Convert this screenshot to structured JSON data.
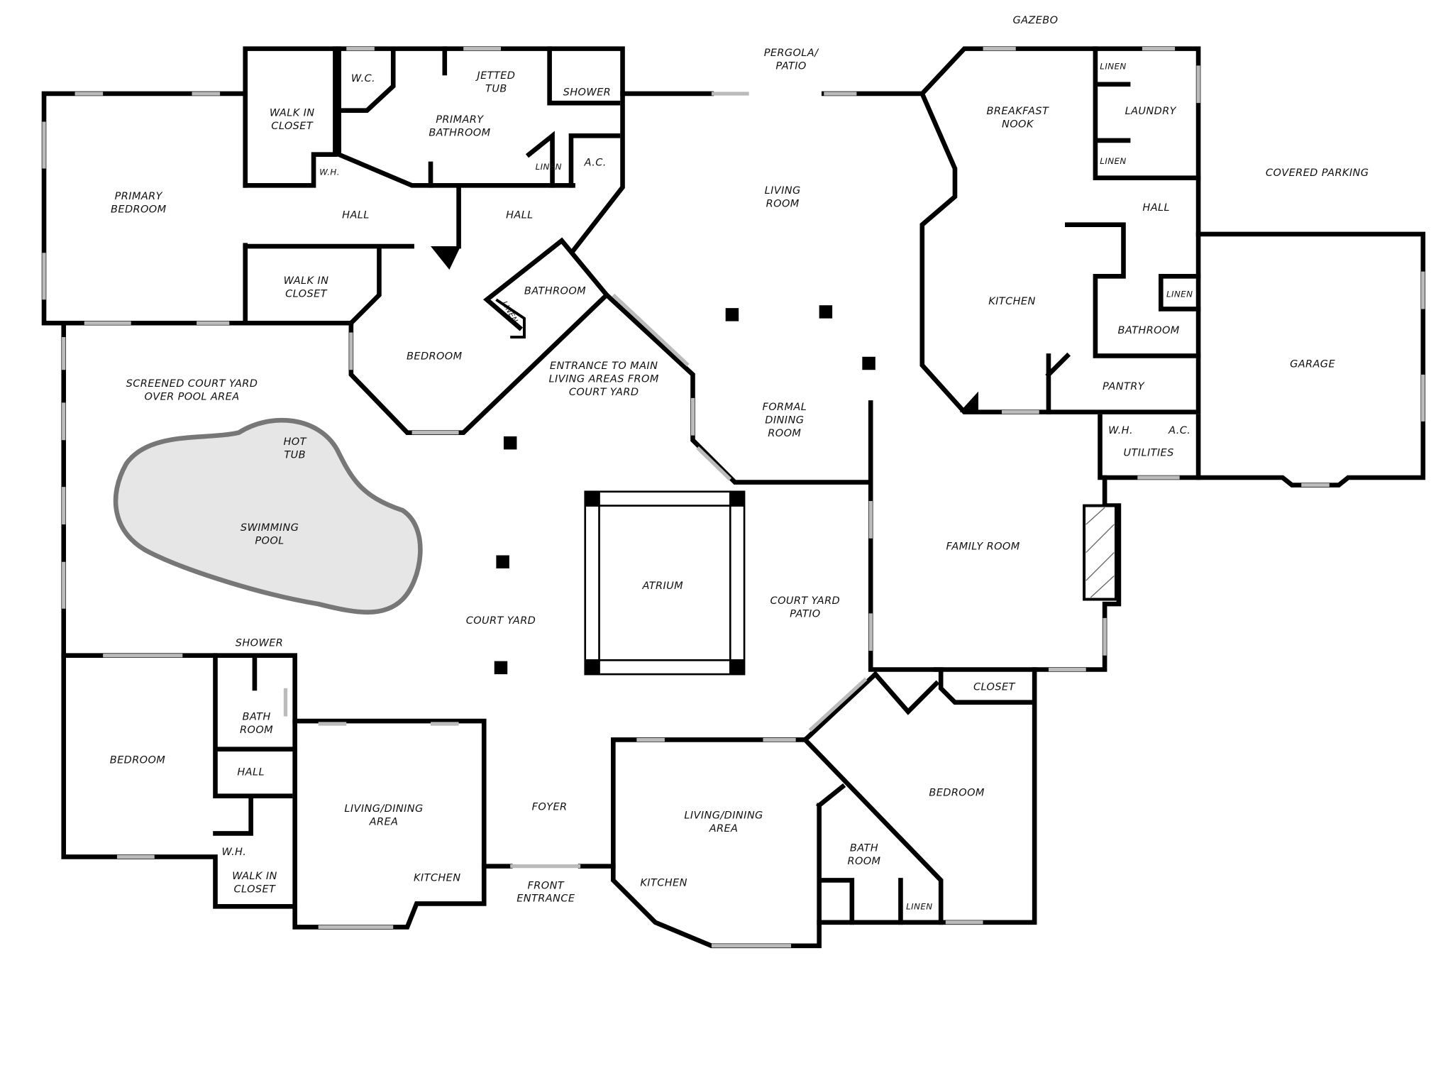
{
  "title": "Floor Plan",
  "labels": {
    "gazebo": "GAZEBO",
    "pergola": [
      "PERGOLA/",
      "PATIO"
    ],
    "wc": "W.C.",
    "jetted_tub": [
      "JETTED",
      "TUB"
    ],
    "shower_primary": "SHOWER",
    "walk_in_closet_1": [
      "WALK IN",
      "CLOSET"
    ],
    "primary_bathroom": [
      "PRIMARY",
      "BATHROOM"
    ],
    "linen_primary": "LINEN",
    "ac_primary": "A.C.",
    "wh_primary": "W.H.",
    "primary_bedroom": [
      "PRIMARY",
      "BEDROOM"
    ],
    "hall_1": "HALL",
    "hall_2": "HALL",
    "living_room": [
      "LIVING",
      "ROOM"
    ],
    "breakfast_nook": [
      "BREAKFAST",
      "NOOK"
    ],
    "linen_laundry_top": "LINEN",
    "laundry": "LAUNDRY",
    "linen_laundry_bottom": "LINEN",
    "covered_parking": "COVERED PARKING",
    "hall_3": "HALL",
    "walk_in_closet_2": [
      "WALK IN",
      "CLOSET"
    ],
    "bathroom_1": "BATHROOM",
    "linen_bathroom_1": "LINEN",
    "linen_kitchen": "LINEN",
    "kitchen_main": "KITCHEN",
    "bathroom_2": "BATHROOM",
    "bedroom_1": "BEDROOM",
    "screened_court_yard": [
      "SCREENED COURT YARD",
      "OVER POOL AREA"
    ],
    "entrance_main": [
      "ENTRANCE TO MAIN",
      "LIVING AREAS FROM",
      "COURT YARD"
    ],
    "garage": "GARAGE",
    "pantry": "PANTRY",
    "formal_dining": [
      "FORMAL",
      "DINING",
      "ROOM"
    ],
    "hot_tub": [
      "HOT",
      "TUB"
    ],
    "wh_utilities": "W.H.",
    "ac_utilities": "A.C.",
    "utilities": "UTILITIES",
    "swimming_pool": [
      "SWIMMING",
      "POOL"
    ],
    "family_room": "FAMILY ROOM",
    "atrium": "ATRIUM",
    "court_yard_patio": [
      "COURT YARD",
      "PATIO"
    ],
    "court_yard": "COURT YARD",
    "shower_guest": "SHOWER",
    "closet": "CLOSET",
    "bath_room_left": [
      "BATH",
      "ROOM"
    ],
    "bedroom_left": "BEDROOM",
    "hall_left": "HALL",
    "bedroom_right": "BEDROOM",
    "foyer": "FOYER",
    "living_dining_left": [
      "LIVING/DINING",
      "AREA"
    ],
    "living_dining_right": [
      "LIVING/DINING",
      "AREA"
    ],
    "bath_room_right": [
      "BATH",
      "ROOM"
    ],
    "kitchen_left": "KITCHEN",
    "kitchen_right": "KITCHEN",
    "wh_left": "W.H.",
    "walk_in_closet_left": [
      "WALK IN",
      "CLOSET"
    ],
    "front_entrance": [
      "FRONT",
      "ENTRANCE"
    ],
    "linen_right": "LINEN"
  },
  "colors": {
    "wall": "#000000",
    "window": "#bbbbbb",
    "pool": "#e6e6e6"
  }
}
